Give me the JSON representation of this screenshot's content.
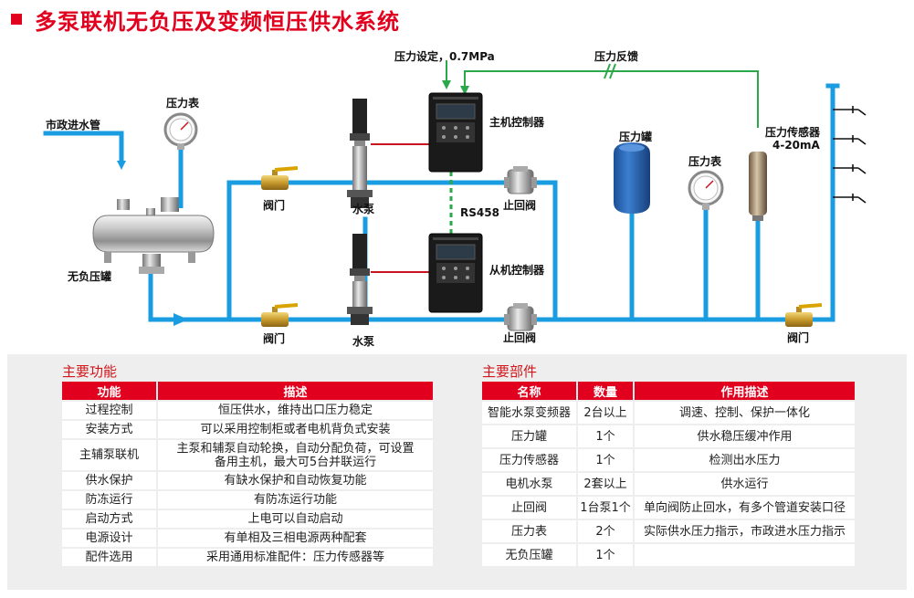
{
  "title": "多泵联机无负压及变频恒压供水系统",
  "colors": {
    "accent": "#e1001d",
    "pipe": "#1a9de0",
    "feedback": "#2aa84a",
    "signal": "#c8141e"
  },
  "diagram": {
    "labels": {
      "inlet": "市政进水管",
      "gauge1": "压力表",
      "tank": "无负压罐",
      "valve_top": "阀门",
      "valve_bottom": "阀门",
      "pump_top": "水泵",
      "pump_bottom": "水泵",
      "pressure_set": "压力设定，0.7MPa",
      "main_ctrl": "主机控制器",
      "slave_ctrl": "从机控制器",
      "rs458": "RS458",
      "check_top": "止回阀",
      "check_bottom": "止回阀",
      "feedback": "压力反馈",
      "pressure_tank": "压力罐",
      "gauge2": "压力表",
      "sensor": "压力传感器",
      "sensor_range": "4-20mA",
      "valve_out": "阀门"
    }
  },
  "functions": {
    "title": "主要功能",
    "headers": [
      "功能",
      "描述"
    ],
    "rows": [
      [
        "过程控制",
        "恒压供水，维持出口压力稳定"
      ],
      [
        "安装方式",
        "可以采用控制柜或者电机背负式安装"
      ],
      [
        "主辅泵联机",
        "主泵和辅泵自动轮换，自动分配负荷，可设置",
        "备用主机，最大可5台并联运行"
      ],
      [
        "供水保护",
        "有缺水保护和自动恢复功能"
      ],
      [
        "防冻运行",
        "有防冻运行功能"
      ],
      [
        "启动方式",
        "上电可以自动启动"
      ],
      [
        "电源设计",
        "有单相及三相电源两种配套"
      ],
      [
        "配件选用",
        "采用通用标准配件：压力传感器等"
      ]
    ]
  },
  "components": {
    "title": "主要部件",
    "headers": [
      "名称",
      "数量",
      "作用描述"
    ],
    "rows": [
      [
        "智能水泵变频器",
        "2台以上",
        "调速、控制、保护一体化"
      ],
      [
        "压力罐",
        "1个",
        "供水稳压缓冲作用"
      ],
      [
        "压力传感器",
        "1个",
        "检测出水压力"
      ],
      [
        "电机水泵",
        "2套以上",
        "供水运行"
      ],
      [
        "止回阀",
        "1台泵1个",
        "单向阀防止回水，有多个管道安装口径"
      ],
      [
        "压力表",
        "2个",
        "实际供水压力指示，市政进水压力指示"
      ],
      [
        "无负压罐",
        "1个",
        ""
      ]
    ]
  }
}
